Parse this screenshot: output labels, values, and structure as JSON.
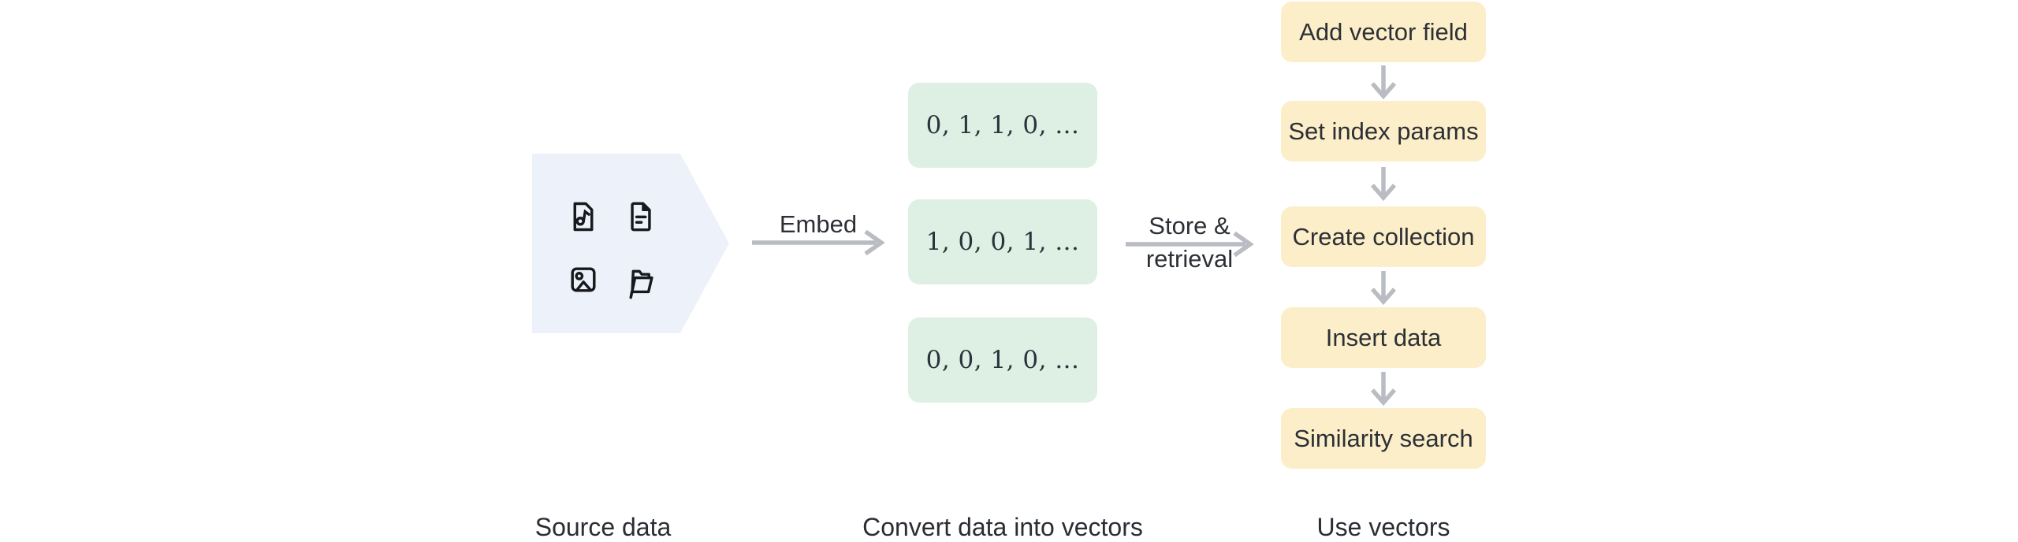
{
  "diagram": {
    "source": {
      "caption": "Source data",
      "icons": [
        "music-file",
        "text-file",
        "image-file",
        "open-folder"
      ]
    },
    "embed_arrow": {
      "label": "Embed"
    },
    "vectors": {
      "caption": "Convert data into vectors",
      "boxes": [
        "0, 1, 1, 0, ...",
        "1, 0, 0, 1, ...",
        "0, 0, 1, 0, ..."
      ]
    },
    "store_arrow": {
      "label_line1": "Store &",
      "label_line2": "retrieval"
    },
    "steps": {
      "caption": "Use vectors",
      "boxes": [
        "Add vector field",
        "Set index params",
        "Create collection",
        "Insert data",
        "Similarity search"
      ]
    },
    "colors": {
      "source_shape": "#edf2fa",
      "vector_box": "#ddf0e3",
      "step_box": "#fceec8",
      "arrow": "#b9bcc2",
      "text": "#2c3036",
      "icon": "#17191d"
    }
  }
}
